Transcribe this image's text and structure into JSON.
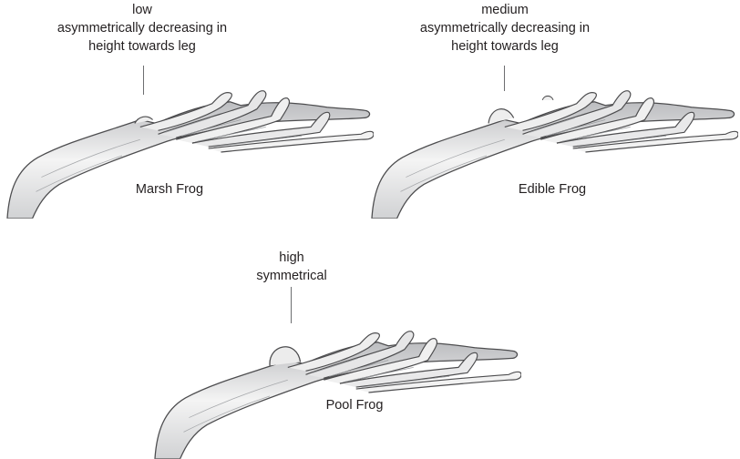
{
  "panels": [
    {
      "species": "Marsh Frog",
      "annotation": [
        "low",
        "asymmetrically decreasing in",
        "height towards leg"
      ]
    },
    {
      "species": "Edible Frog",
      "annotation": [
        "medium",
        "asymmetrically decreasing in",
        "height towards leg"
      ]
    },
    {
      "species": "Pool Frog",
      "annotation": [
        "high",
        "symmetrical"
      ]
    }
  ]
}
